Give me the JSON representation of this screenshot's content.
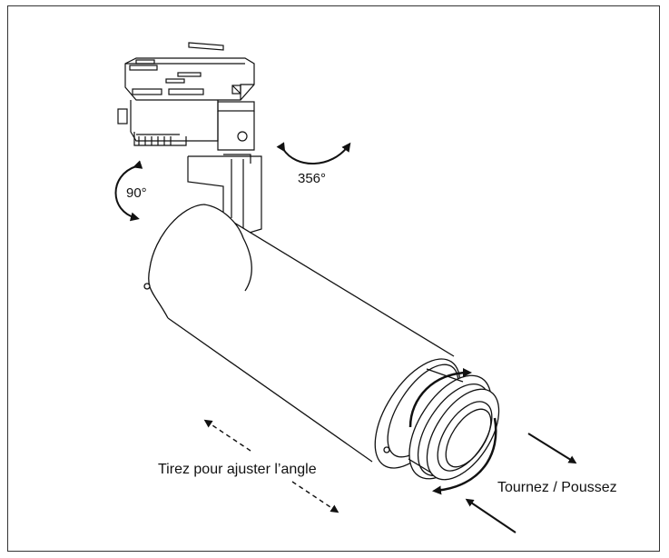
{
  "labels": {
    "tilt": "90°",
    "rotate": "356°",
    "pull": "Tirez pour ajuster l’angle",
    "turn_push": "Tournez / Poussez"
  },
  "colors": {
    "line": "#111111",
    "frame": "#333333",
    "background": "#ffffff"
  }
}
